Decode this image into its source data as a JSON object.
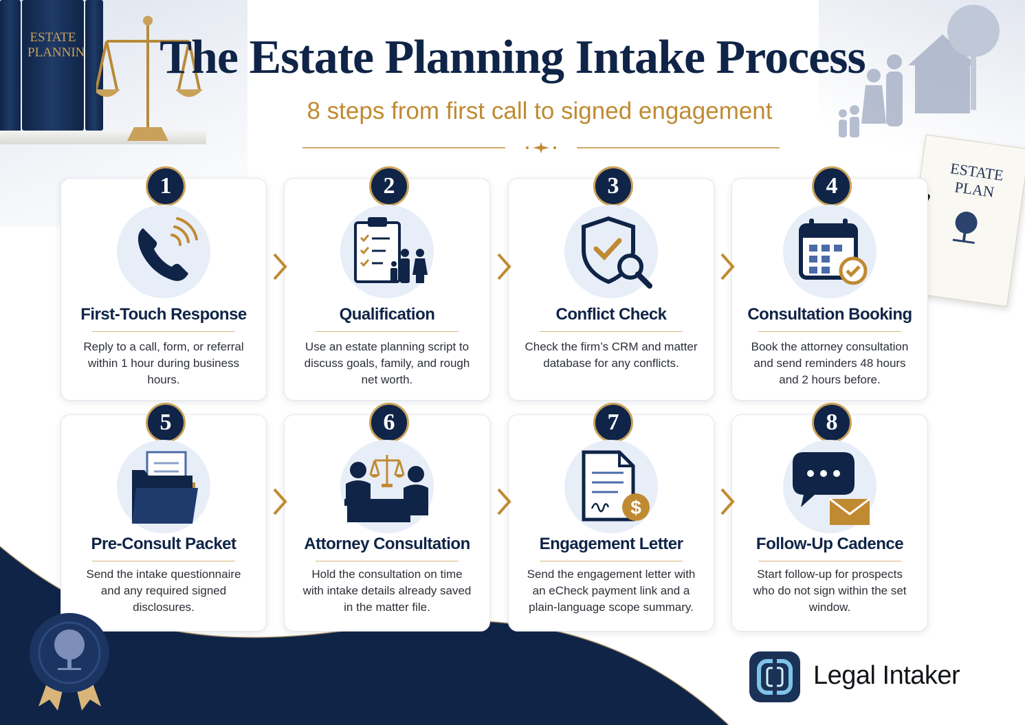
{
  "header": {
    "title": "The Estate Planning Intake Process",
    "subtitle": "8 steps from first call to signed engagement"
  },
  "decor": {
    "book_spine_text": "ESTATE PLANNING",
    "document_text": "ESTATE PLAN"
  },
  "colors": {
    "navy": "#0f2447",
    "gold": "#c08a32",
    "icon_bg": "#e8eef8"
  },
  "steps": [
    {
      "number": "1",
      "title": "First-Touch Response",
      "description": "Reply to a call, form, or referral within 1 hour during business hours.",
      "icon": "phone-icon"
    },
    {
      "number": "2",
      "title": "Qualification",
      "description": "Use an estate planning script to discuss goals, family, and rough net worth.",
      "icon": "clipboard-family-icon"
    },
    {
      "number": "3",
      "title": "Conflict Check",
      "description": "Check the firm’s CRM and matter database for any conflicts.",
      "icon": "shield-search-icon"
    },
    {
      "number": "4",
      "title": "Consultation Booking",
      "description": "Book the attorney consultation and send reminders 48 hours and 2 hours before.",
      "icon": "calendar-check-icon"
    },
    {
      "number": "5",
      "title": "Pre-Consult Packet",
      "description": "Send the intake questionnaire and any required signed disclosures.",
      "icon": "folder-document-icon"
    },
    {
      "number": "6",
      "title": "Attorney Consultation",
      "description": "Hold the consultation on time with intake details already saved in the matter file.",
      "icon": "meeting-scales-icon"
    },
    {
      "number": "7",
      "title": "Engagement Letter",
      "description": "Send the engagement letter with an eCheck payment link and a plain-language scope summary.",
      "icon": "document-payment-icon"
    },
    {
      "number": "8",
      "title": "Follow-Up Cadence",
      "description": "Start follow-up for prospects who do not sign within the set window.",
      "icon": "chat-envelope-icon"
    }
  ],
  "brand": {
    "name": "Legal Intaker",
    "logo_icon": "legal-intaker-logo-icon"
  }
}
